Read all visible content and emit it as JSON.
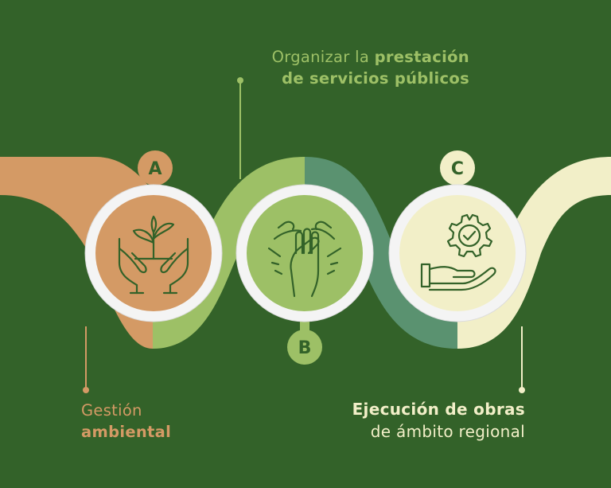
{
  "colors": {
    "background": "#336229",
    "orange": "#d49a65",
    "light_green": "#9dc066",
    "mid_green": "#5a9270",
    "cream": "#f2efc8",
    "icon_stroke": "#336229"
  },
  "steps": [
    {
      "letter": "A",
      "label_regular": "Gestión",
      "label_bold": "ambiental",
      "icon": "hands-holding-plant-icon"
    },
    {
      "letter": "B",
      "label_regular": "Organizar la",
      "label_bold": "prestación",
      "label_bold_2": "de servicios públicos",
      "icon": "hands-together-icon"
    },
    {
      "letter": "C",
      "label_bold": "Ejecución de obras",
      "label_regular": "de ámbito regional",
      "icon": "hand-holding-gear-check-icon"
    }
  ]
}
